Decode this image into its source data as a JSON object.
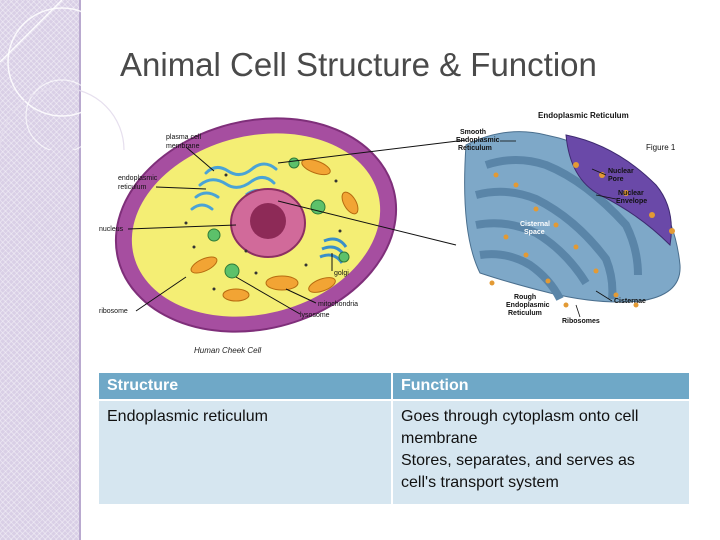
{
  "slide": {
    "title": "Animal Cell Structure & Function"
  },
  "diagram": {
    "cell_labels": {
      "plasma_membrane_1": "plasma cell",
      "plasma_membrane_2": "membrane",
      "er_1": "endoplasmic",
      "er_2": "reticulum",
      "nucleus": "nucleus",
      "ribosome": "ribosome",
      "golgi": "golgi",
      "mitochondria": "mitochondria",
      "lysosome": "lysosome",
      "caption": "Human Cheek Cell"
    },
    "er_labels": {
      "title": "Endoplasmic Reticulum",
      "figure": "Figure 1",
      "smooth_1": "Smooth",
      "smooth_2": "Endoplasmic",
      "smooth_3": "Reticulum",
      "nuclear_pore_1": "Nuclear",
      "nuclear_pore_2": "Pore",
      "nuclear_env_1": "Nuclear",
      "nuclear_env_2": "Envelope",
      "cisternal_1": "Cisternal",
      "cisternal_2": "Space",
      "rough_1": "Rough",
      "rough_2": "Endoplasmic",
      "rough_3": "Reticulum",
      "cisternae": "Cisternae",
      "ribosomes": "Ribosomes"
    }
  },
  "table": {
    "headers": [
      "Structure",
      "Function"
    ],
    "rows": [
      {
        "structure": "Endoplasmic reticulum",
        "function_lines": [
          "Goes through cytoplasm onto cell",
          "membrane",
          "Stores, separates, and serves as",
          "cell's transport system"
        ]
      }
    ]
  }
}
